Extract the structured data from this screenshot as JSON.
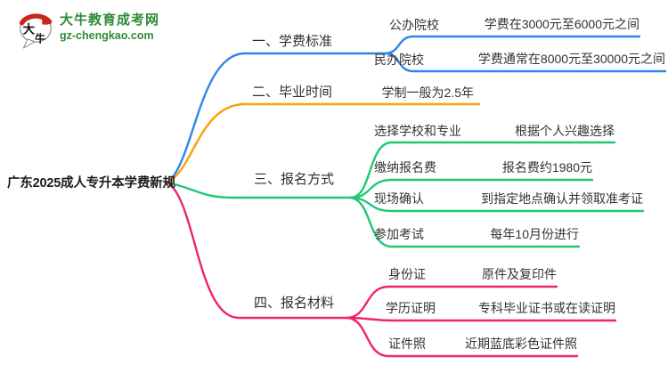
{
  "logo": {
    "brand": "大牛教育成考网",
    "domain": "gz-chengkao.com",
    "icon_char_top": "大",
    "icon_char_bottom": "牛"
  },
  "root": {
    "label": "广东2025成人专升本学费新规"
  },
  "colors": {
    "blue": "#2F86E8",
    "orange": "#FAA10B",
    "green": "#1EC873",
    "pink": "#F0246E",
    "brand_green": "#2E8B35",
    "seal_red": "#C8281C",
    "text": "#333333"
  },
  "branches": [
    {
      "label": "一、学费标准",
      "color": "#2F86E8",
      "children": [
        {
          "label": "公办院校",
          "detail": "学费在3000元至6000元之间"
        },
        {
          "label": "民办院校",
          "detail": "学费通常在8000元至30000元之间"
        }
      ]
    },
    {
      "label": "二、毕业时间",
      "color": "#FAA10B",
      "children": [
        {
          "label": "学制一般为2.5年",
          "detail": ""
        }
      ]
    },
    {
      "label": "三、报名方式",
      "color": "#1EC873",
      "children": [
        {
          "label": "选择学校和专业",
          "detail": "根据个人兴趣选择"
        },
        {
          "label": "缴纳报名费",
          "detail": "报名费约1980元"
        },
        {
          "label": "现场确认",
          "detail": "到指定地点确认并领取准考证"
        },
        {
          "label": "参加考试",
          "detail": "每年10月份进行"
        }
      ]
    },
    {
      "label": "四、报名材料",
      "color": "#F0246E",
      "children": [
        {
          "label": "身份证",
          "detail": "原件及复印件"
        },
        {
          "label": "学历证明",
          "detail": "专科毕业证书或在读证明"
        },
        {
          "label": "证件照",
          "detail": "近期蓝底彩色证件照"
        }
      ]
    }
  ]
}
